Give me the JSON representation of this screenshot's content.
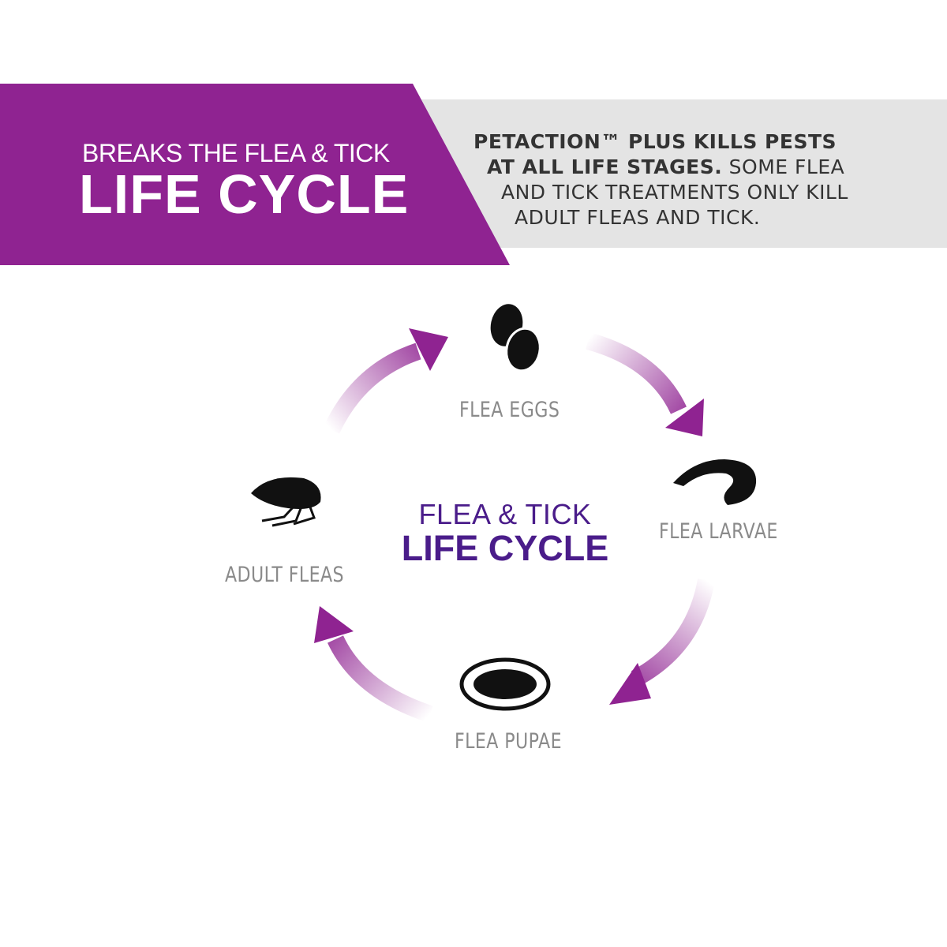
{
  "banner": {
    "headline_small": "BREAKS THE FLEA & TICK",
    "headline_big": "LIFE CYCLE",
    "claim_line1": "PETACTION™ PLUS KILLS PESTS",
    "claim_line2_bold": "AT ALL LIFE STAGES.",
    "claim_line2_rest": " SOME FLEA",
    "claim_line3": "AND TICK TREATMENTS ONLY KILL",
    "claim_line4": "ADULT FLEAS AND TICK.",
    "colors": {
      "purple": "#8f2391",
      "gray_band": "#e4e4e4"
    }
  },
  "cycle": {
    "center_line1": "FLEA & TICK",
    "center_line2": "LIFE CYCLE",
    "stages": [
      {
        "label": "FLEA EGGS",
        "icon": "flea-eggs-icon"
      },
      {
        "label": "FLEA LARVAE",
        "icon": "flea-larvae-icon"
      },
      {
        "label": "FLEA PUPAE",
        "icon": "flea-pupae-icon"
      },
      {
        "label": "ADULT FLEAS",
        "icon": "adult-flea-icon"
      }
    ],
    "colors": {
      "arrow": "#8f2391",
      "label": "#8a8a8a",
      "center": "#4a1c8a"
    }
  }
}
